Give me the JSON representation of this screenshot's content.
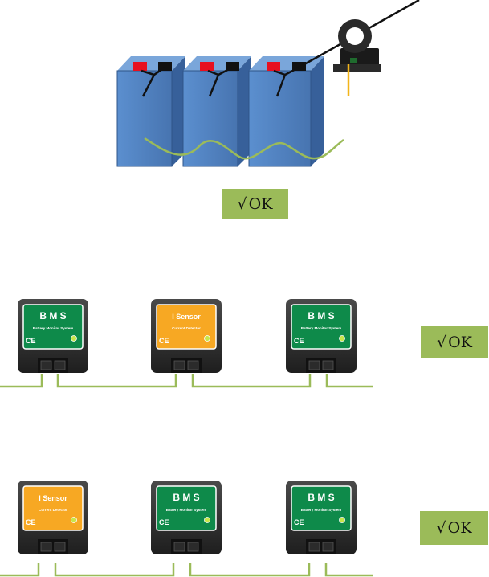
{
  "status": {
    "check": "√",
    "label": "OK"
  },
  "bms_module": {
    "title": "B M S",
    "subtitle": "Battery Monitor System",
    "mark": "CE"
  },
  "sensor_module": {
    "title": "I Sensor",
    "subtitle": "Current Detector",
    "mark": "CE"
  },
  "colors": {
    "battery": "#4f81bd",
    "battery_dark": "#3a6494",
    "wire": "#9bbb59",
    "bms_green": "#0e8a4a",
    "sensor_orange": "#f7a823",
    "ok_green": "#9bbb59"
  },
  "rows": [
    {
      "modules": [
        "bms",
        "sensor",
        "bms"
      ]
    },
    {
      "modules": [
        "sensor",
        "bms",
        "bms"
      ]
    }
  ]
}
